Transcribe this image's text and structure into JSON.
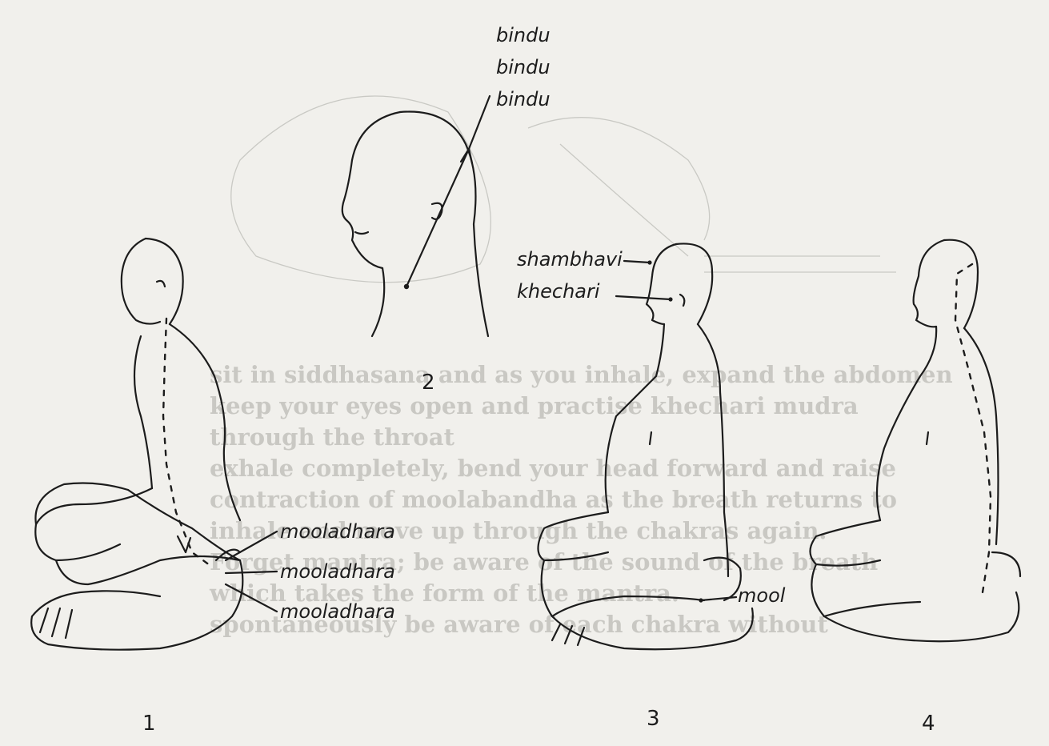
{
  "labels": {
    "bindu": [
      "bindu",
      "bindu",
      "bindu"
    ],
    "mooladhara": [
      "mooladhara",
      "mooladhara",
      "mooladhara"
    ],
    "shambhavi": "shambhavi",
    "khechari": "khechari",
    "mool": "mool"
  },
  "figure_numbers": [
    "1",
    "2",
    "3",
    "4"
  ],
  "bleed_through_text": [
    "sit in siddhasana and as you inhale, expand the abdomen",
    "keep your eyes open and practise khechari mudra",
    "through the throat",
    "exhale completely, bend your head forward and raise",
    "contraction of moolabandha as the breath returns to",
    "inhale and move up through the chakras again.",
    "Forget mantra; be aware of the sound of the breath",
    "which takes the form of the mantra.",
    "spontaneously be aware of each chakra without"
  ],
  "colors": {
    "paper": "#f1f0ec",
    "ink": "#1c1c1c",
    "bleed": "#a9a8a3"
  }
}
